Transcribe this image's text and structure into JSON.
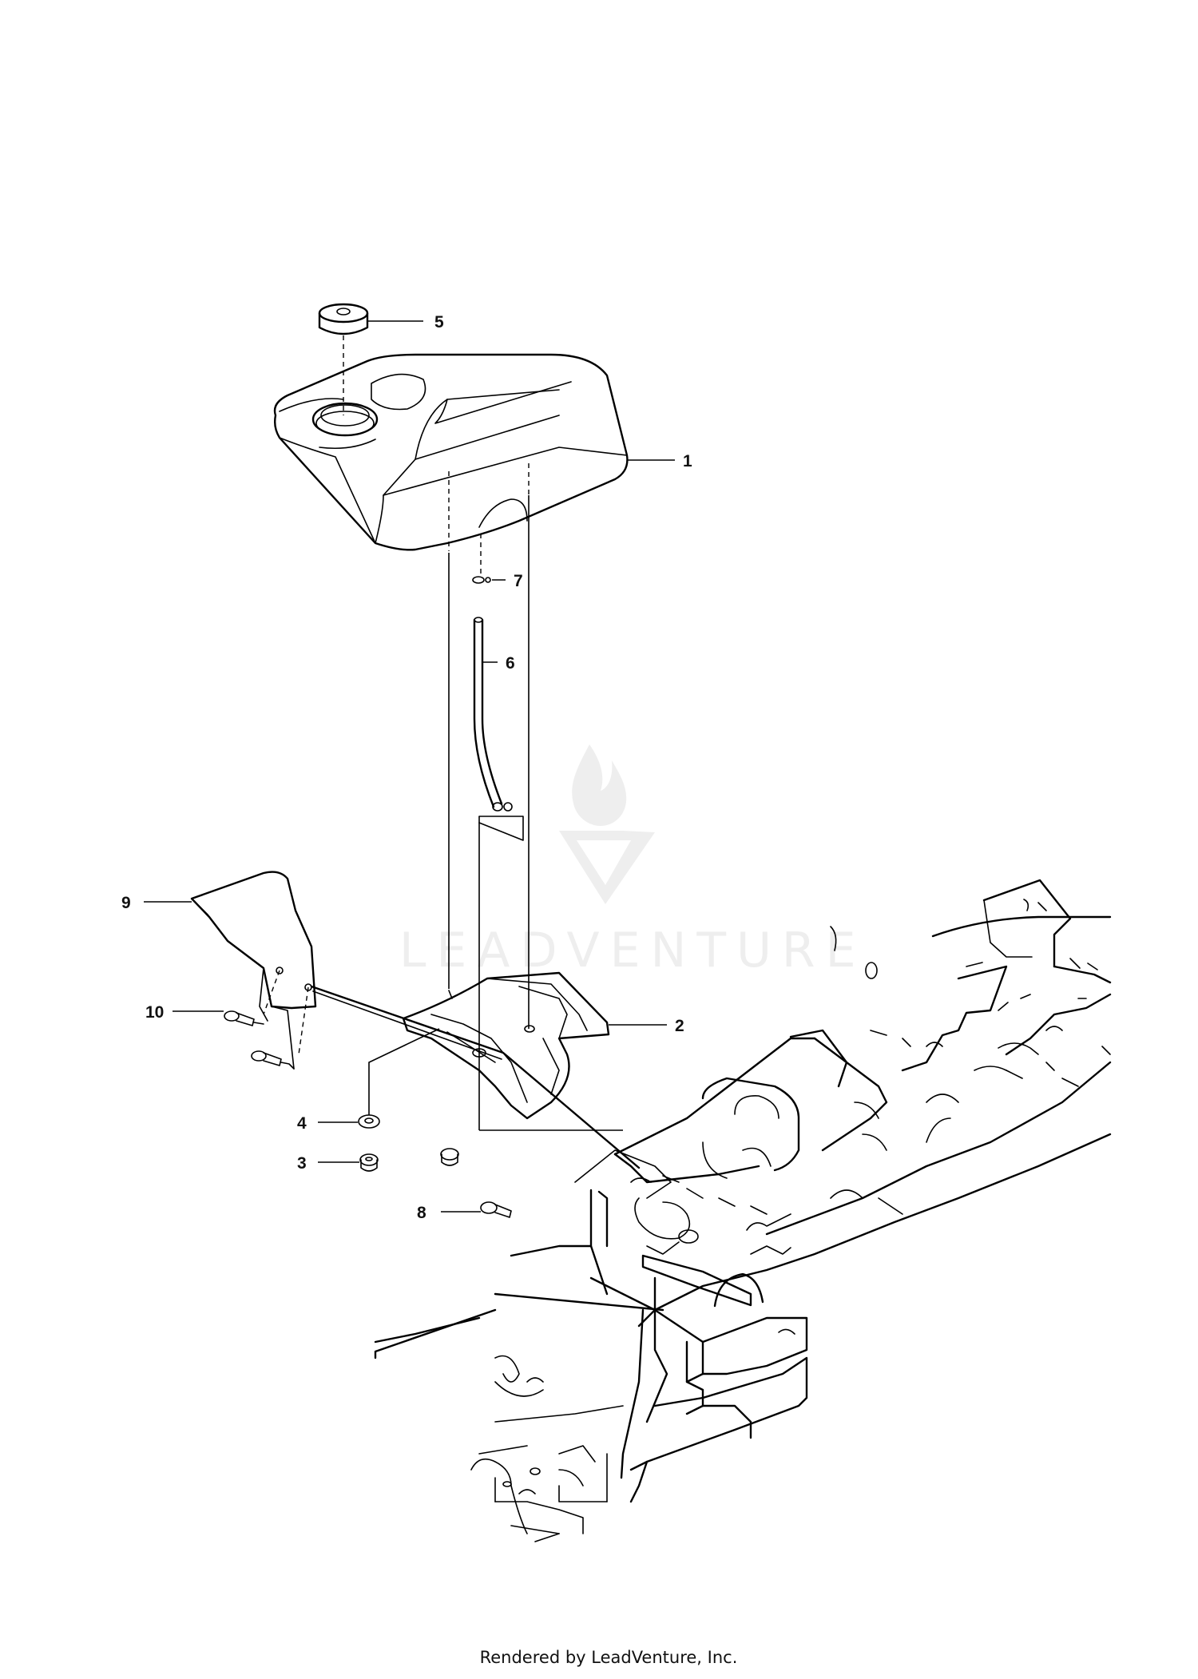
{
  "diagram": {
    "callouts": [
      {
        "id": "1",
        "label": "1"
      },
      {
        "id": "2",
        "label": "2"
      },
      {
        "id": "3",
        "label": "3"
      },
      {
        "id": "4",
        "label": "4"
      },
      {
        "id": "5",
        "label": "5"
      },
      {
        "id": "6",
        "label": "6"
      },
      {
        "id": "7",
        "label": "7"
      },
      {
        "id": "8",
        "label": "8"
      },
      {
        "id": "9",
        "label": "9"
      },
      {
        "id": "10",
        "label": "10"
      }
    ]
  },
  "watermark": {
    "text": "LEADVENTURE"
  },
  "footer": {
    "text": "Rendered by LeadVenture, Inc."
  }
}
